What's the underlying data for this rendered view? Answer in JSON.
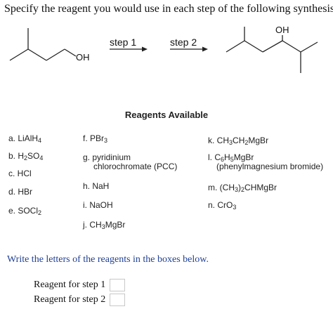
{
  "question": "Specify the reagent you would use in each step of the following synthesis:",
  "scheme": {
    "start_group": "OH",
    "product_group": "OH",
    "step1": "step 1",
    "step2": "step 2"
  },
  "reagents_title": "Reagents Available",
  "reagents": {
    "a": {
      "letter": "a. ",
      "parts": [
        "LiAlH",
        "4"
      ]
    },
    "b": {
      "letter": "b. ",
      "parts": [
        "H",
        "2",
        "SO",
        "4"
      ]
    },
    "c": {
      "text": "c. HCl"
    },
    "d": {
      "text": "d. HBr"
    },
    "e": {
      "letter": "e. ",
      "parts": [
        "SOCl",
        "2"
      ]
    },
    "f": {
      "letter": "f. ",
      "parts": [
        "PBr",
        "3"
      ]
    },
    "g": {
      "line1": "g. pyridinium",
      "line2": "chlorochromate (PCC)"
    },
    "h": {
      "text": "h. NaH"
    },
    "i": {
      "text": "i. NaOH"
    },
    "j": {
      "letter": "j. ",
      "parts": [
        "CH",
        "3",
        "MgBr"
      ]
    },
    "k": {
      "letter": "k. ",
      "parts": [
        "CH",
        "3",
        "CH",
        "2",
        "MgBr"
      ]
    },
    "l": {
      "letter": "l. ",
      "parts": [
        "C",
        "6",
        "H",
        "5",
        "MgBr"
      ],
      "line2": "(phenylmagnesium bromide)"
    },
    "m": {
      "letter": "m. ",
      "parts": [
        "(CH",
        "3",
        ")",
        "2",
        "CHMgBr"
      ]
    },
    "n": {
      "letter": "n. ",
      "parts": [
        "CrO",
        "3"
      ]
    }
  },
  "instruction": "Write the letters of the reagents in the boxes below.",
  "answers": [
    {
      "label": "Reagent for step 1",
      "value": ""
    },
    {
      "label": "Reagent for step 2",
      "value": ""
    }
  ]
}
